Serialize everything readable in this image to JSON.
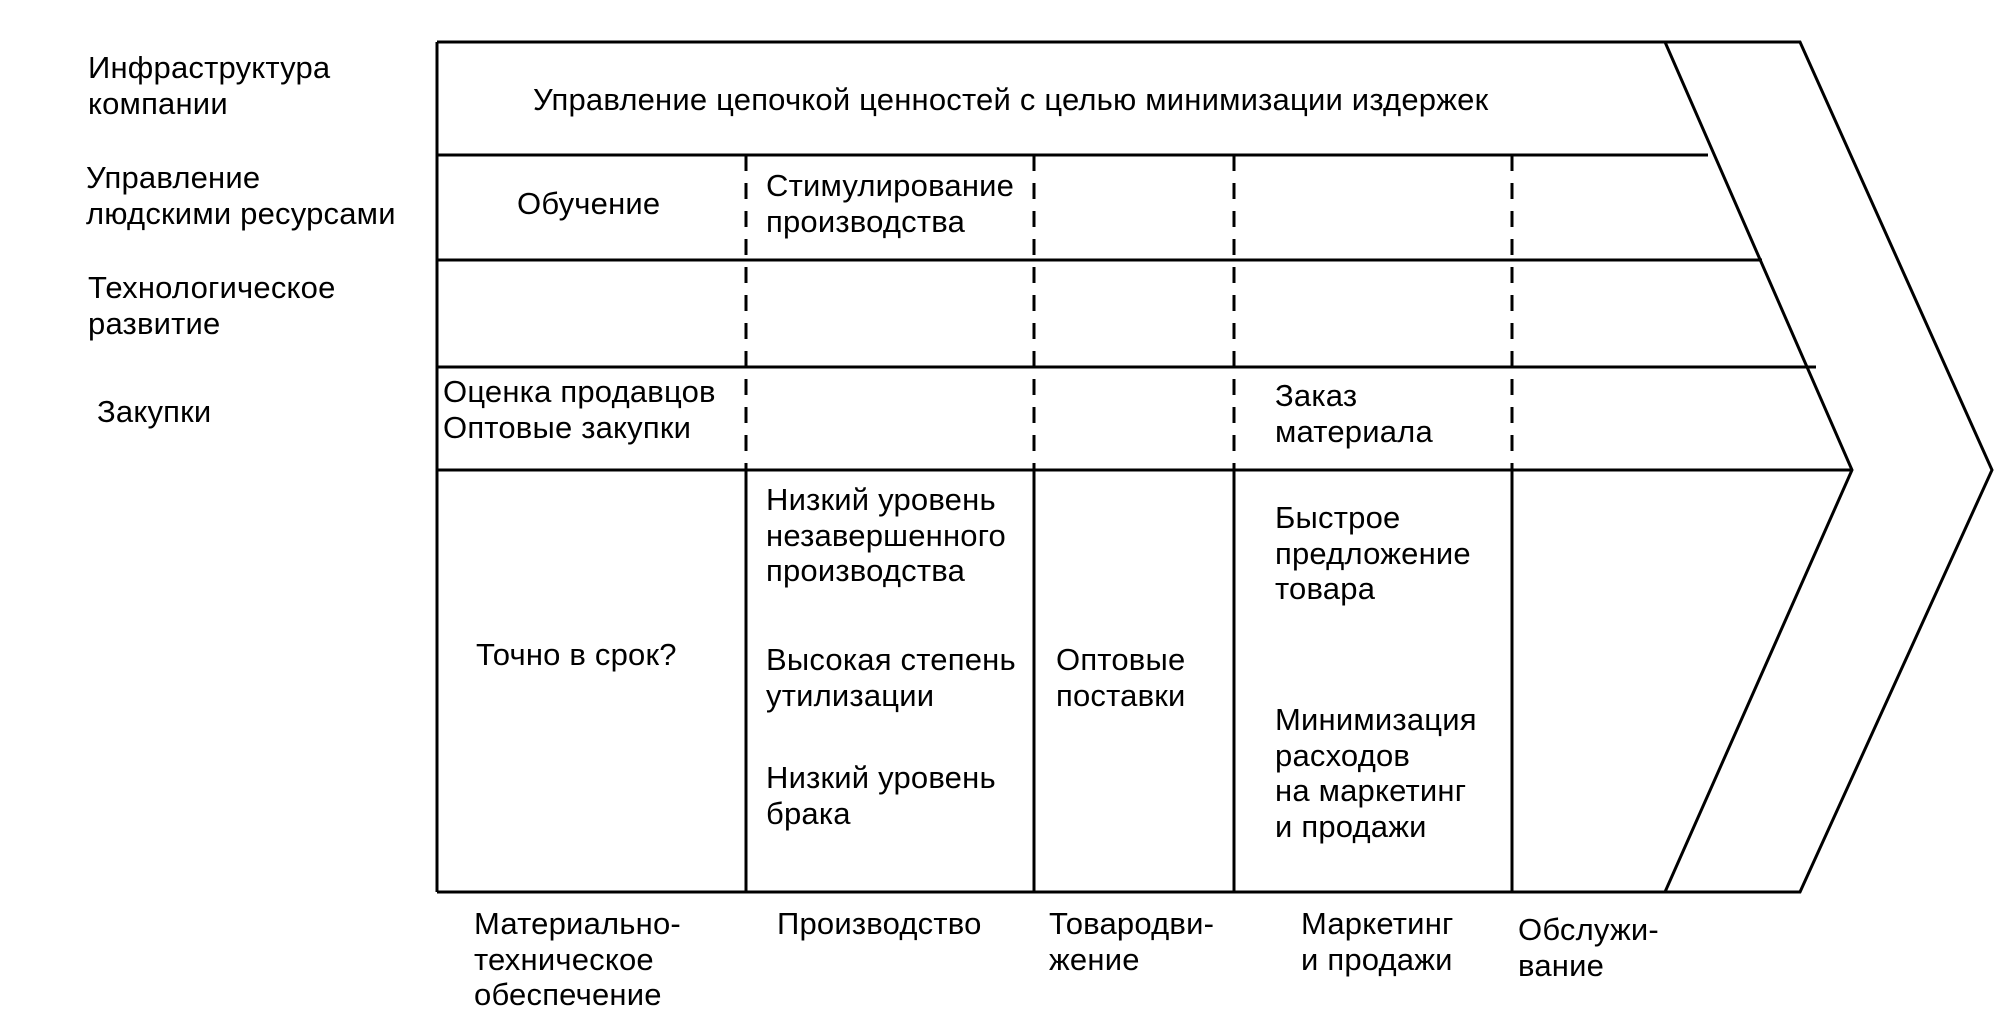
{
  "rows": {
    "infrastructure": "Инфраструктура\nкомпании",
    "hr": "Управление\nлюдскими ресурсами",
    "technology": "Технологическое\nразвитие",
    "procurement": "Закупки"
  },
  "cells": {
    "infrastructure_main": "Управление цепочкой ценностей с целью минимизации издержек",
    "hr_training": "Обучение",
    "hr_incentives": "Стимулирование\nпроизводства",
    "proc_vendor": "Оценка продавцов\nОптовые закупки",
    "proc_order": "Заказ\nматериала",
    "logistics_jit": "Точно в срок?",
    "ops_wip": "Низкий уровень\nнезавершенного\nпроизводства",
    "ops_utilization": "Высокая степень\nутилизации",
    "ops_defects": "Низкий уровень\nбрака",
    "distribution_bulk": "Оптовые\nпоставки",
    "marketing_fast": "Быстрое\nпредложение\nтовара",
    "marketing_min": "Минимизация\nрасходов\nна маркетинг\nи продажи"
  },
  "columns": {
    "logistics": "Материально-\nтехническое\nобеспечение",
    "operations": "Производство",
    "distribution": "Товародви-\nжение",
    "marketing": "Маркетинг\nи продажи",
    "service": "Обслужи-\nвание"
  }
}
